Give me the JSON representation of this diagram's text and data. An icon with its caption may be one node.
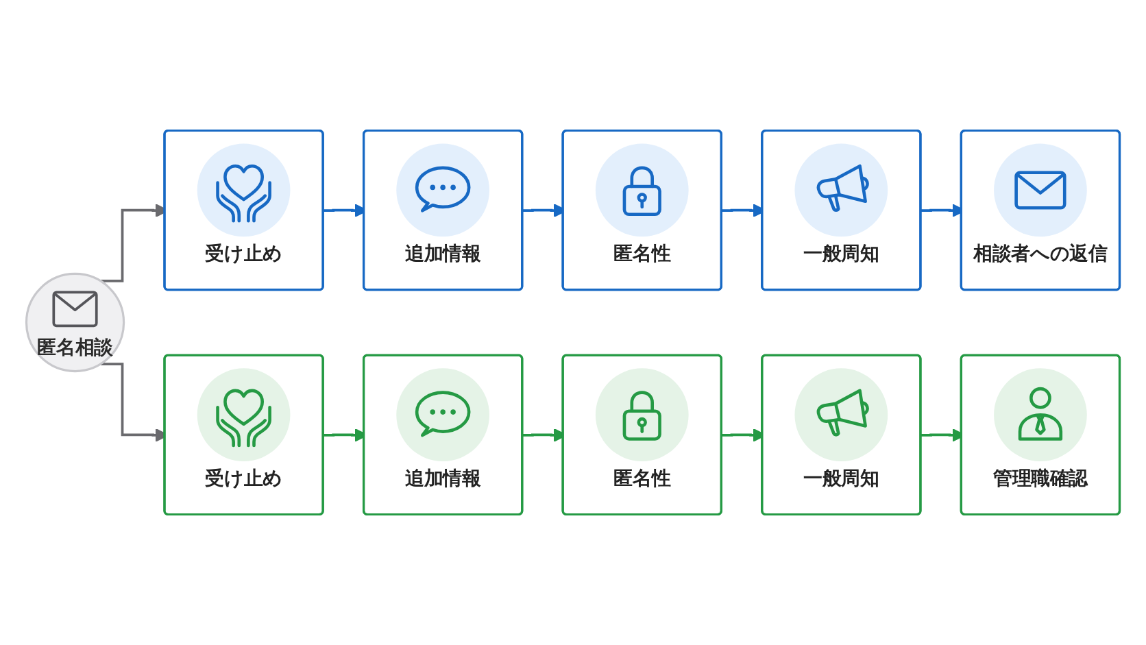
{
  "diagram": {
    "nodes": [
      {
        "text": [
          "匿名相談"
        ]
      },
      {
        "text": [
          "受け止め"
        ]
      },
      {
        "text": [
          "追加情報"
        ]
      },
      {
        "text": [
          "匿名性"
        ]
      },
      {
        "text": [
          "一般周知"
        ]
      },
      {
        "text": [
          "相談者への返信"
        ]
      },
      {
        "text": [
          "受け止め"
        ]
      },
      {
        "text": [
          "追加情報"
        ]
      },
      {
        "text": [
          "匿名性"
        ]
      },
      {
        "text": [
          "一般周知"
        ]
      },
      {
        "text": [
          "管理職確認"
        ]
      }
    ],
    "edges": [
      {
        "from": 0,
        "to": 1,
        "arrow": "to",
        "color": "#6a6a6e"
      },
      {
        "from": 1,
        "to": 2,
        "arrow": "to",
        "color": "#1769c4"
      },
      {
        "from": 2,
        "to": 3,
        "arrow": "to",
        "color": "#1769c4"
      },
      {
        "from": 3,
        "to": 4,
        "arrow": "to",
        "color": "#1769c4"
      },
      {
        "from": 4,
        "to": 5,
        "arrow": "to",
        "color": "#1769c4"
      },
      {
        "from": 0,
        "to": 6,
        "arrow": "to",
        "color": "#6a6a6e"
      },
      {
        "from": 6,
        "to": 7,
        "arrow": "to",
        "color": "#259a44"
      },
      {
        "from": 7,
        "to": 8,
        "arrow": "to",
        "color": "#259a44"
      },
      {
        "from": 8,
        "to": 9,
        "arrow": "to",
        "color": "#259a44"
      },
      {
        "from": 9,
        "to": 10,
        "arrow": "to",
        "color": "#259a44"
      }
    ]
  }
}
